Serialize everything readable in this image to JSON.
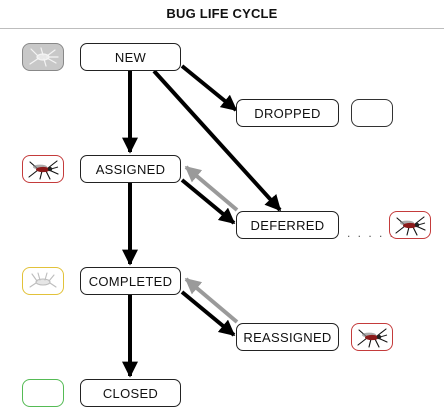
{
  "title": "BUG LIFE CYCLE",
  "states": {
    "new": "NEW",
    "dropped": "DROPPED",
    "assigned": "ASSIGNED",
    "deferred": "DEFERRED",
    "completed": "COMPLETED",
    "reassigned": "REASSIGNED",
    "closed": "CLOSED"
  },
  "connector_dots": ". . . . .",
  "colors": {
    "badge_new_fill": "#c8c8c8",
    "badge_new_border": "#888888",
    "badge_active_border": "#c43b3b",
    "badge_completed_border": "#e2c23a",
    "badge_closed_border": "#55bb55",
    "badge_dropped_border": "#333333",
    "arrow_dark": "#000000",
    "arrow_light": "#9a9a9a"
  },
  "icons": {
    "new_badge": "pale-bug-icon",
    "assigned_badge": "mosquito-icon",
    "deferred_badge": "mosquito-icon",
    "completed_badge": "dead-bug-icon",
    "reassigned_badge": "mosquito-icon",
    "dropped_badge": "empty-badge",
    "closed_badge": "empty-badge"
  }
}
